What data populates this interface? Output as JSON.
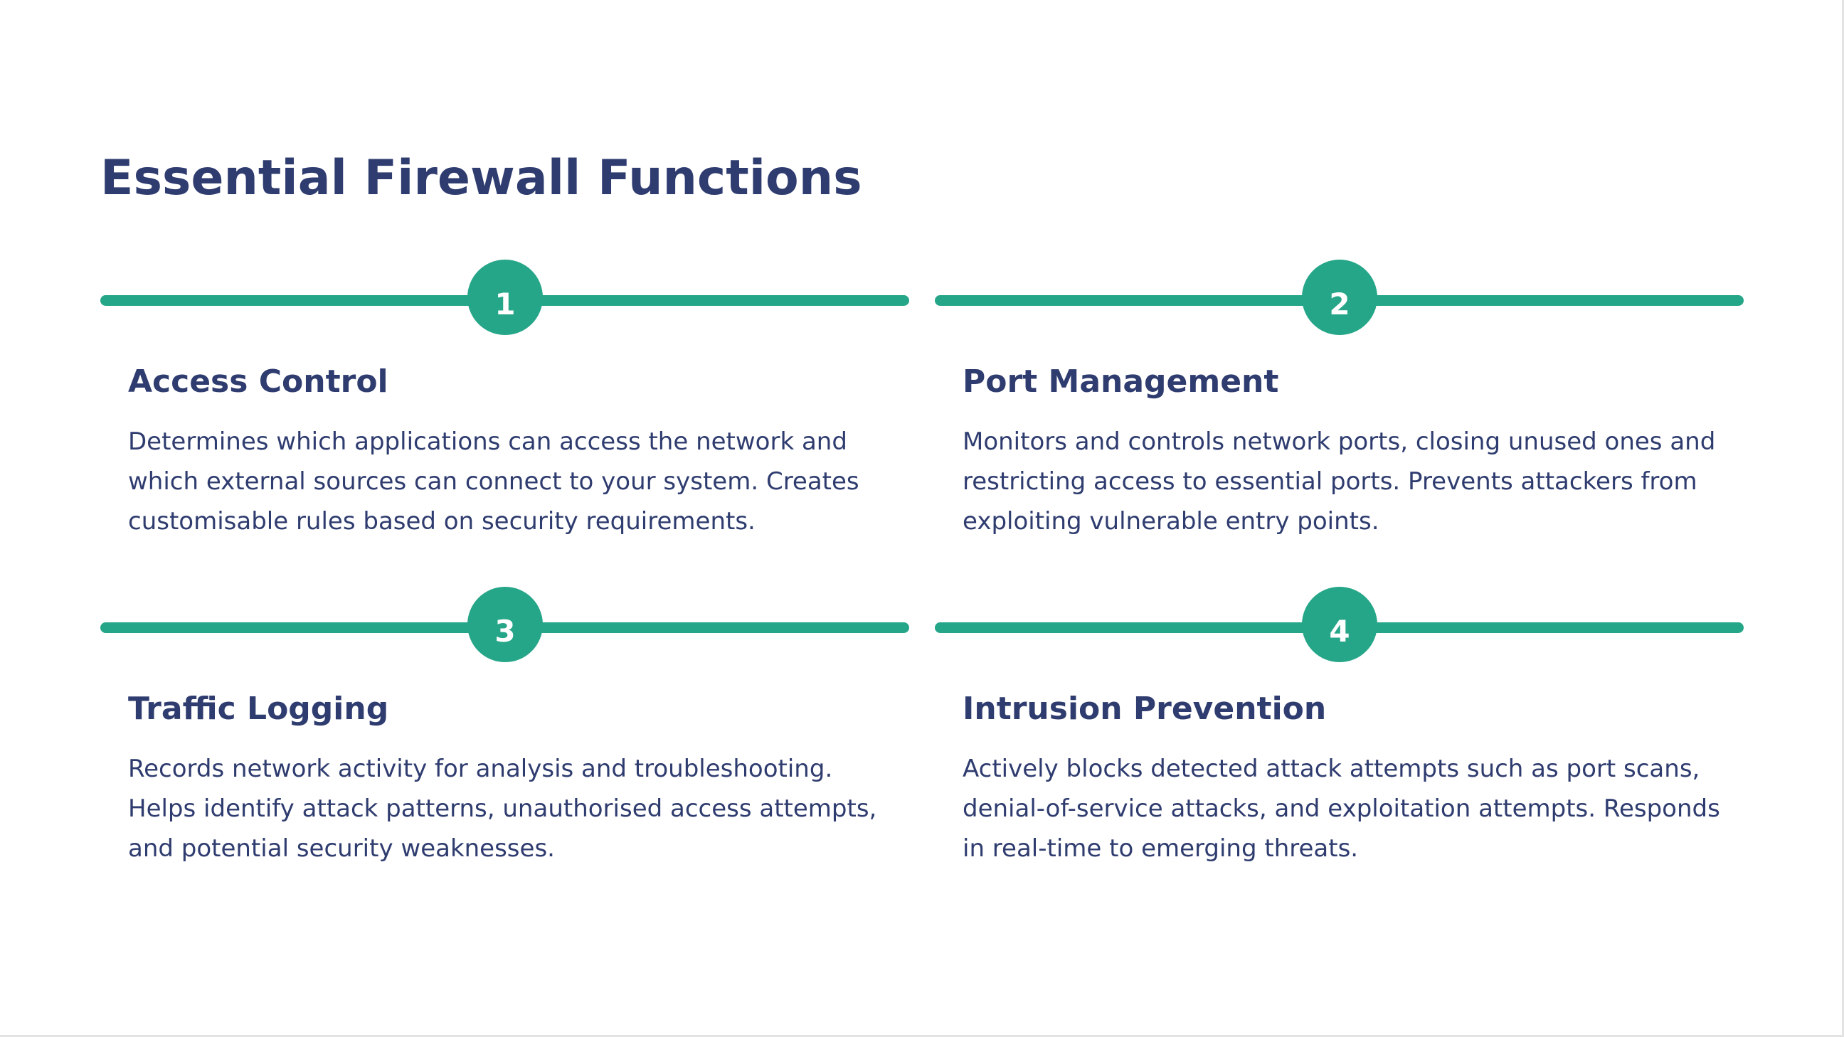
{
  "title": "Essential Firewall Functions",
  "colors": {
    "accent": "#26a688",
    "heading": "#2f3c6f",
    "background": "#ffffff"
  },
  "cards": [
    {
      "number": "1",
      "heading": "Access Control",
      "text": "Determines which applications can access the network and which external sources can connect to your system. Creates customisable rules based on security requirements."
    },
    {
      "number": "2",
      "heading": "Port Management",
      "text": "Monitors and controls network ports, closing unused ones and restricting access to essential ports. Prevents attackers from exploiting vulnerable entry points."
    },
    {
      "number": "3",
      "heading": "Traffic Logging",
      "text": "Records network activity for analysis and troubleshooting. Helps identify attack patterns, unauthorised access attempts, and potential security weaknesses."
    },
    {
      "number": "4",
      "heading": "Intrusion Prevention",
      "text": "Actively blocks detected attack attempts such as port scans, denial-of-service attacks, and exploitation attempts. Responds in real-time to emerging threats."
    }
  ]
}
